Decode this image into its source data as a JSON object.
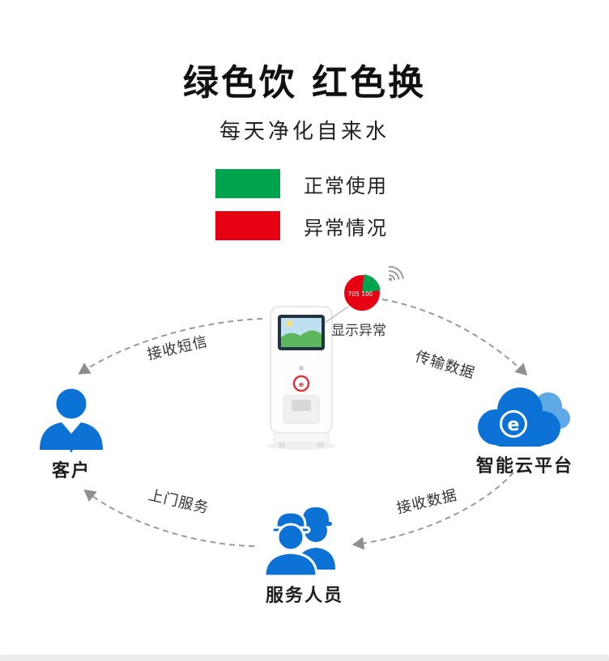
{
  "header": {
    "title": "绿色饮 红色换",
    "subtitle": "每天净化自来水"
  },
  "legend": {
    "normal": {
      "label": "正常使用",
      "color": "#00a44f"
    },
    "abnormal": {
      "label": "异常情况",
      "color": "#e60012"
    }
  },
  "diagram": {
    "callout": "显示异常",
    "badge_text": "705 100",
    "device_logo": "e",
    "cloud_logo": "e",
    "flows": {
      "receive_sms": "接收短信",
      "transmit_data": "传输数据",
      "door_service": "上门服务",
      "receive_data": "接收数据"
    },
    "nodes": {
      "customer": "客户",
      "cloud_platform": "智能云平台",
      "service_staff": "服务人员"
    },
    "colors": {
      "blue": "#0c72d6",
      "light_blue": "#5fa8e6",
      "green": "#00a44f",
      "red": "#e60012",
      "arrow_gray": "#9a9a9a"
    },
    "icons": [
      "status-pie-icon",
      "wifi-icon",
      "water-purifier-illustration",
      "customer-icon",
      "cloud-icon",
      "workers-icon"
    ]
  }
}
